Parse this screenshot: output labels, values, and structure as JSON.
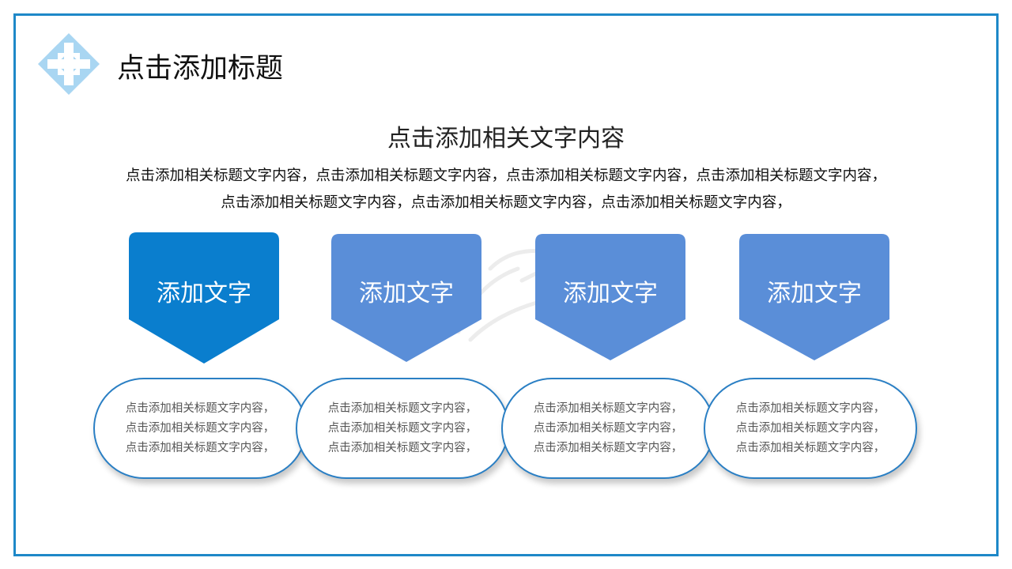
{
  "colors": {
    "frame": "#1e88c8",
    "arrow_primary": "#0a7ece",
    "arrow_secondary": "#5a8ed8",
    "pill_border": "#2a7fc4",
    "logo": "#a9d6f2"
  },
  "logo": {
    "icon": "diamond-cross-logo-icon"
  },
  "header": {
    "title": "点击添加标题"
  },
  "main": {
    "subtitle": "点击添加相关文字内容",
    "description": [
      "点击添加相关标题文字内容，点击添加相关标题文字内容，点击添加相关标题文字内容，点击添加相关标题文字内容，",
      "点击添加相关标题文字内容，点击添加相关标题文字内容，点击添加相关标题文字内容，"
    ]
  },
  "cards": [
    {
      "label": "添加文字",
      "lines": [
        "点击添加相关标题文字内容，",
        "点击添加相关标题文字内容，",
        "点击添加相关标题文字内容，"
      ]
    },
    {
      "label": "添加文字",
      "lines": [
        "点击添加相关标题文字内容，",
        "点击添加相关标题文字内容，",
        "点击添加相关标题文字内容，"
      ]
    },
    {
      "label": "添加文字",
      "lines": [
        "点击添加相关标题文字内容，",
        "点击添加相关标题文字内容，",
        "点击添加相关标题文字内容，"
      ]
    },
    {
      "label": "添加文字",
      "lines": [
        "点击添加相关标题文字内容，",
        "点击添加相关标题文字内容，",
        "点击添加相关标题文字内容，"
      ]
    }
  ]
}
